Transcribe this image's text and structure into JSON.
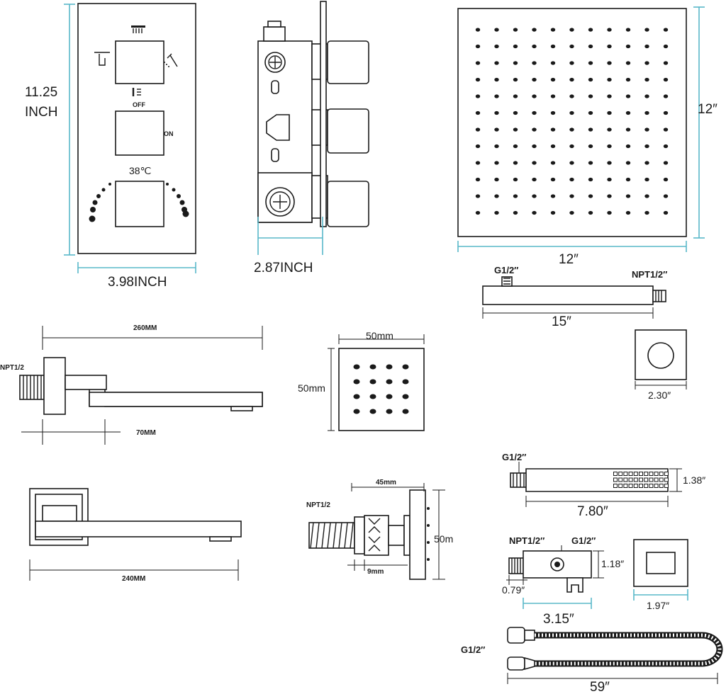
{
  "colors": {
    "outline": "#1a1a1a",
    "dimension_accent": "#59b8c9",
    "background": "#ffffff"
  },
  "valve": {
    "height_value": "11.25",
    "height_unit": "INCH",
    "width_label": "3.98INCH",
    "off_label": "OFF",
    "on_label": "ON",
    "temp_label": "38℃",
    "depth_label": "2.87INCH"
  },
  "shower_head": {
    "height_label": "12″",
    "width_label": "12″"
  },
  "shower_arm": {
    "inlet_label": "G1/2″",
    "outlet_label": "NPT1/2″",
    "length_label": "15″"
  },
  "flange": {
    "width_label": "2.30″"
  },
  "spout": {
    "thread_label": "NPT1/2",
    "length_label": "260MM",
    "offset_label": "70MM"
  },
  "body_jet": {
    "width_label": "50mm",
    "height_label": "50mm"
  },
  "tub_spout": {
    "length_label": "240MM"
  },
  "jet_side": {
    "thread_label": "NPT1/2",
    "width_label": "45mm",
    "height_label": "50m",
    "depth_label": "9mm"
  },
  "hand_shower": {
    "thread_label": "G1/2″",
    "height_label": "1.38″",
    "length_label": "7.80″"
  },
  "holder": {
    "npt_label": "NPT1/2″",
    "g_label": "G1/2″",
    "height_label": "1.18″",
    "thread_len_label": "0.79″",
    "length_label": "3.15″",
    "plate_label": "1.97″"
  },
  "hose": {
    "thread_label": "G1/2″",
    "length_label": "59″"
  }
}
